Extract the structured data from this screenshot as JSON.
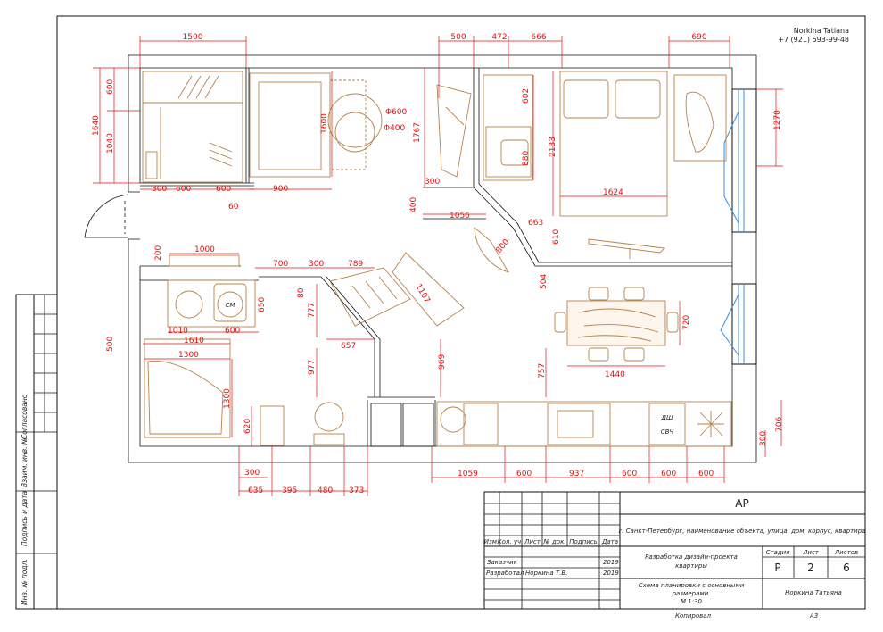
{
  "contact": {
    "name": "Norkina Tatiana",
    "phone": "+7 (921) 593-99-48"
  },
  "dims_top": [
    "1500",
    "500",
    "472",
    "666",
    "690"
  ],
  "dims_left": [
    "600",
    "1640",
    "1040"
  ],
  "dims_inner": {
    "d300a": "300",
    "d600a": "600",
    "d600b": "600",
    "d900": "900",
    "d60": "60",
    "d1600": "1600",
    "d600c": "Φ600",
    "d400c": "Φ400",
    "d1767": "1767",
    "d300b": "300",
    "d400": "400",
    "d1056": "1056",
    "d602": "602",
    "d880": "880",
    "d2133": "2133",
    "d1624": "1624",
    "d663": "663",
    "d800": "800",
    "d610": "610",
    "d1270": "1270",
    "d200": "200",
    "d1000": "1000",
    "d700": "700",
    "d300c": "300",
    "d789": "789",
    "d1107": "1107",
    "d80": "80",
    "d777": "777",
    "d650": "650",
    "d504": "504",
    "d720": "720",
    "d1010": "1010",
    "d600d": "600",
    "d1610": "1610",
    "d657": "657",
    "d500": "500",
    "d1300": "1300",
    "d977": "977",
    "d969": "969",
    "d757": "757",
    "d1440": "1440",
    "d1300v": "1300",
    "d620": "620",
    "d706": "706",
    "d300d": "300"
  },
  "dims_bottom": {
    "b300": "300",
    "b635": "635",
    "b395": "395",
    "b480": "480",
    "b373": "373",
    "b1059": "1059",
    "b600a": "600",
    "b937": "937",
    "b600b": "600",
    "b600c": "600",
    "b600d": "600"
  },
  "appliance_labels": {
    "washer": "СМ",
    "dishwasher": "ДШ",
    "microwave": "СВЧ"
  },
  "side_stamp": {
    "approved": "Согласовано",
    "inv_replaced": "Взаим. инв. №",
    "sign_date": "Подпись и дата",
    "inv_original": "Инв. № подл."
  },
  "title_block": {
    "code": "АР",
    "address": "г. Санкт-Петербург, наименование объекта, улица, дом, корпус, квартира",
    "col_headers": [
      "Изм.",
      "Кол. уч.",
      "Лист",
      "№ док.",
      "Подпись",
      "Дата"
    ],
    "customer_label": "Заказчик",
    "customer_year": "2019",
    "developer_label": "Разработал",
    "developer_name": "Норкина Т.В.",
    "developer_year": "2019",
    "project_title_1": "Разработка дизайн-проекта",
    "project_title_2": "квартиры",
    "sheet_title_1": "Схема планировки с основными",
    "sheet_title_2": "размерами.",
    "sheet_title_3": "М 1:30",
    "stage_label": "Стадия",
    "sheet_label": "Лист",
    "sheets_label": "Листов",
    "stage_value": "Р",
    "sheet_value": "2",
    "sheets_value": "6",
    "author": "Норкина Татьяна",
    "copied": "Копировал",
    "format": "А3"
  }
}
